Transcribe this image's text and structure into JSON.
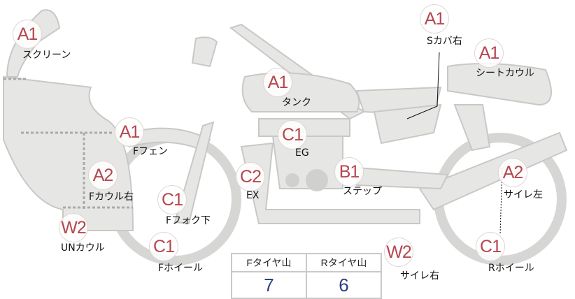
{
  "parts": [
    {
      "code": "A1",
      "label": "スクリーン"
    },
    {
      "code": "A1",
      "label": "Sカバ右"
    },
    {
      "code": "A1",
      "label": "シートカウル"
    },
    {
      "code": "A1",
      "label": "タンク"
    },
    {
      "code": "C1",
      "label": "EG"
    },
    {
      "code": "A1",
      "label": "Fフェン"
    },
    {
      "code": "A2",
      "label": "Fカウル右"
    },
    {
      "code": "C2",
      "label": "EX"
    },
    {
      "code": "B1",
      "label": "ステップ"
    },
    {
      "code": "A2",
      "label": "サイレ左"
    },
    {
      "code": "C1",
      "label": "Fフォク下"
    },
    {
      "code": "W2",
      "label": "UNカウル"
    },
    {
      "code": "C1",
      "label": "Fホイール"
    },
    {
      "code": "W2",
      "label": "サイレ右"
    },
    {
      "code": "C1",
      "label": "Rホイール"
    }
  ],
  "tires": {
    "front_label": "Fタイヤ山",
    "rear_label": "Rタイヤ山",
    "front_value": "7",
    "rear_value": "6"
  },
  "colors": {
    "code": "#b5474f",
    "value": "#2d3f86",
    "body": "#e6e6e4"
  }
}
